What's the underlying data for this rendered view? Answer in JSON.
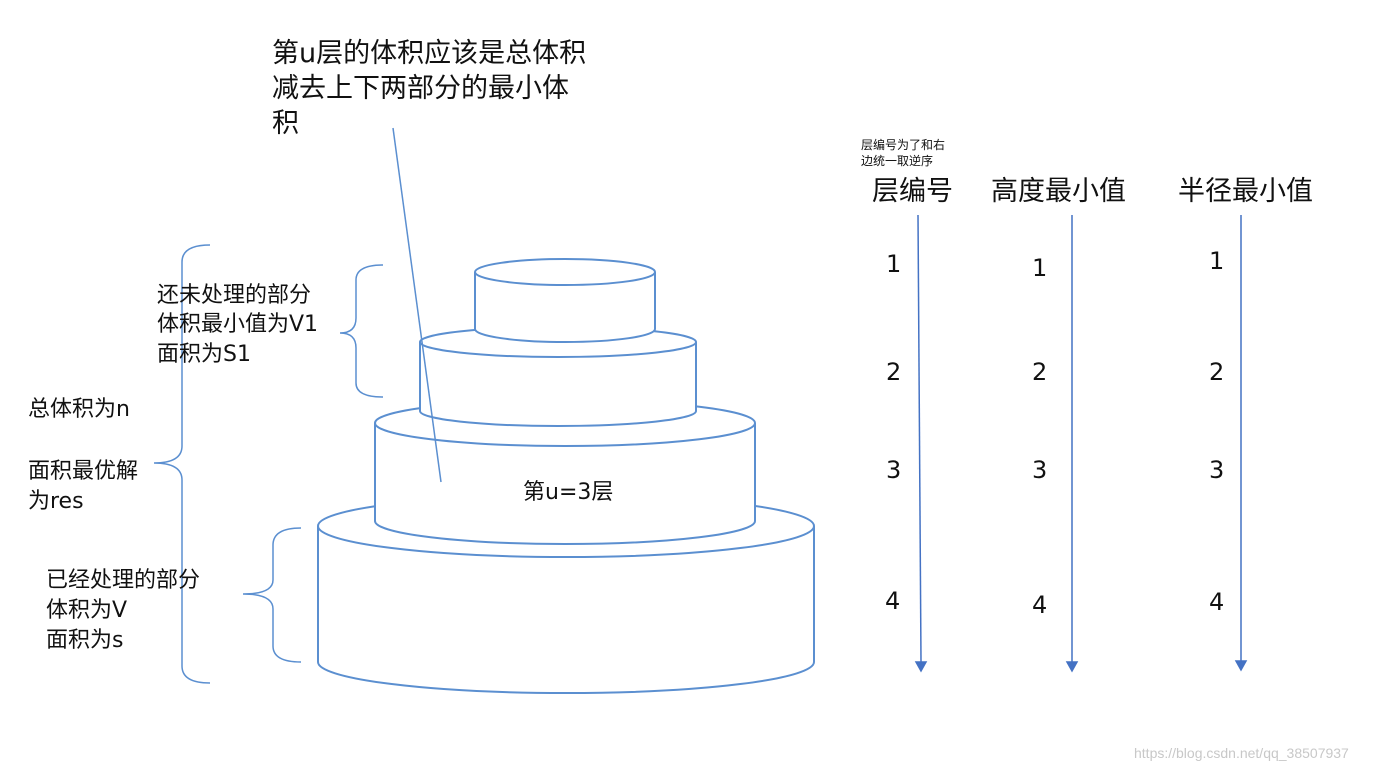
{
  "annotation": {
    "line1": "第u层的体积应该是总体积",
    "line2": "减去上下两部分的最小体",
    "line3": "积"
  },
  "upper_part": {
    "line1": "还未处理的部分",
    "line2": "体积最小值为V1",
    "line3": "面积为S1"
  },
  "total": {
    "volume": "总体积为n",
    "area_line1": "面积最优解",
    "area_line2": "为res"
  },
  "lower_part": {
    "line1": "已经处理的部分",
    "line2": "体积为V",
    "line3": "面积为s"
  },
  "layer_label": "第u=3层",
  "note": {
    "line1": "层编号为了和右",
    "line2": "边统一取逆序"
  },
  "table": {
    "columns": [
      {
        "header": "层编号",
        "values": [
          "1",
          "2",
          "3",
          "4"
        ]
      },
      {
        "header": "高度最小值",
        "values": [
          "1",
          "2",
          "3",
          "4"
        ]
      },
      {
        "header": "半径最小值",
        "values": [
          "1",
          "2",
          "3",
          "4"
        ]
      }
    ]
  },
  "watermark": "https://blog.csdn.net/qq_38507937",
  "colors": {
    "stroke": "#5b8fd0",
    "arrow": "#4472c4",
    "text": "#111111"
  }
}
